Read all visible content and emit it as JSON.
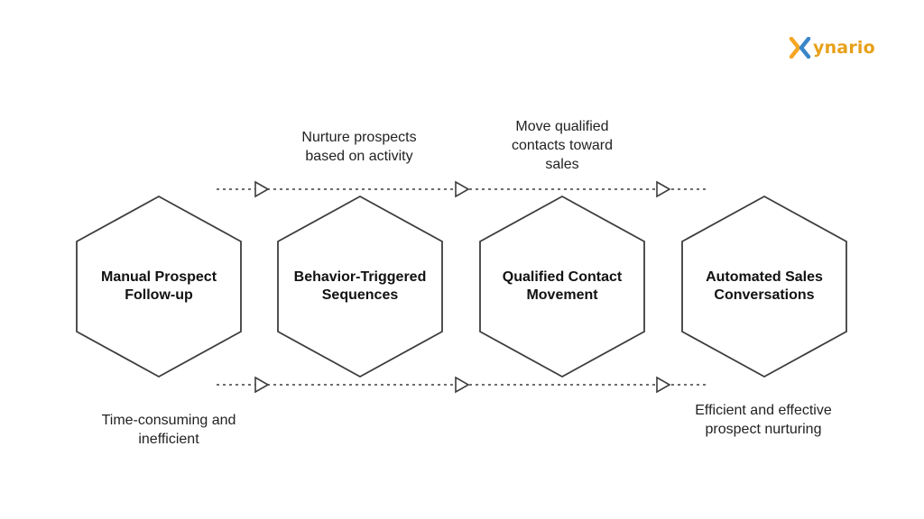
{
  "brand": {
    "name": "ynario",
    "mark_icon": "x-mark-icon",
    "mark_colors": [
      "#f5a623",
      "#3a86c8"
    ],
    "text_color": "#e8a019"
  },
  "steps": [
    {
      "label": "Manual Prospect Follow-up"
    },
    {
      "label": "Behavior-Triggered Sequences"
    },
    {
      "label": "Qualified Contact Movement"
    },
    {
      "label": "Automated Sales Conversations"
    }
  ],
  "notes_top": [
    "Nurture prospects based on activity",
    "Move qualified contacts toward sales"
  ],
  "notes_bottom": [
    "Time-consuming and inefficient",
    "Efficient and effective prospect nurturing"
  ],
  "colors": {
    "stroke": "#3d3d3d",
    "text": "#111111"
  }
}
